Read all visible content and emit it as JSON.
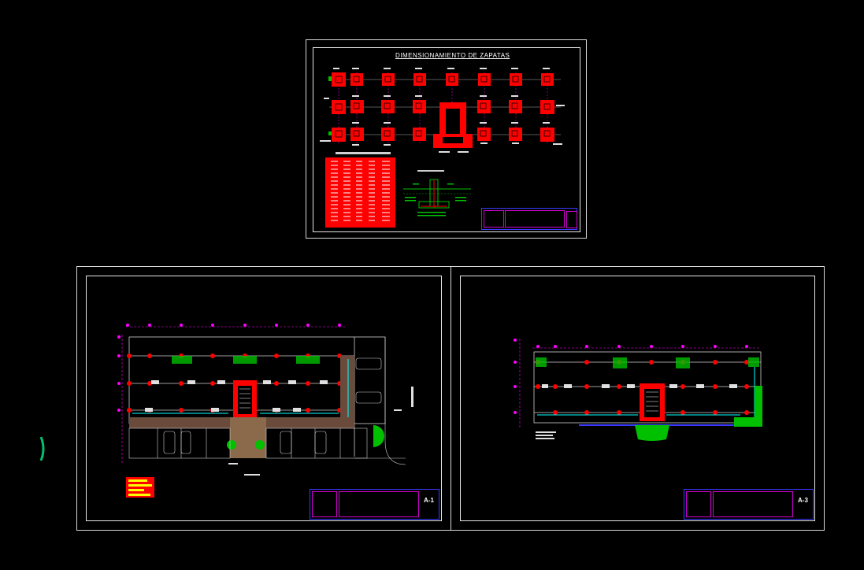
{
  "foundation_sheet": {
    "title": "DIMENSIONAMIENTO DE ZAPATAS"
  },
  "plan_a1": {
    "sheet_code": "A-1"
  },
  "plan_a3": {
    "sheet_code": "A-3"
  },
  "colors": {
    "background": "#000000",
    "footing": "#ff0000",
    "grid_line": "#ff00ff",
    "frame": "#ffffff",
    "title_block": "#3a3aff",
    "vegetation": "#00c000",
    "water": "#00ffff"
  }
}
